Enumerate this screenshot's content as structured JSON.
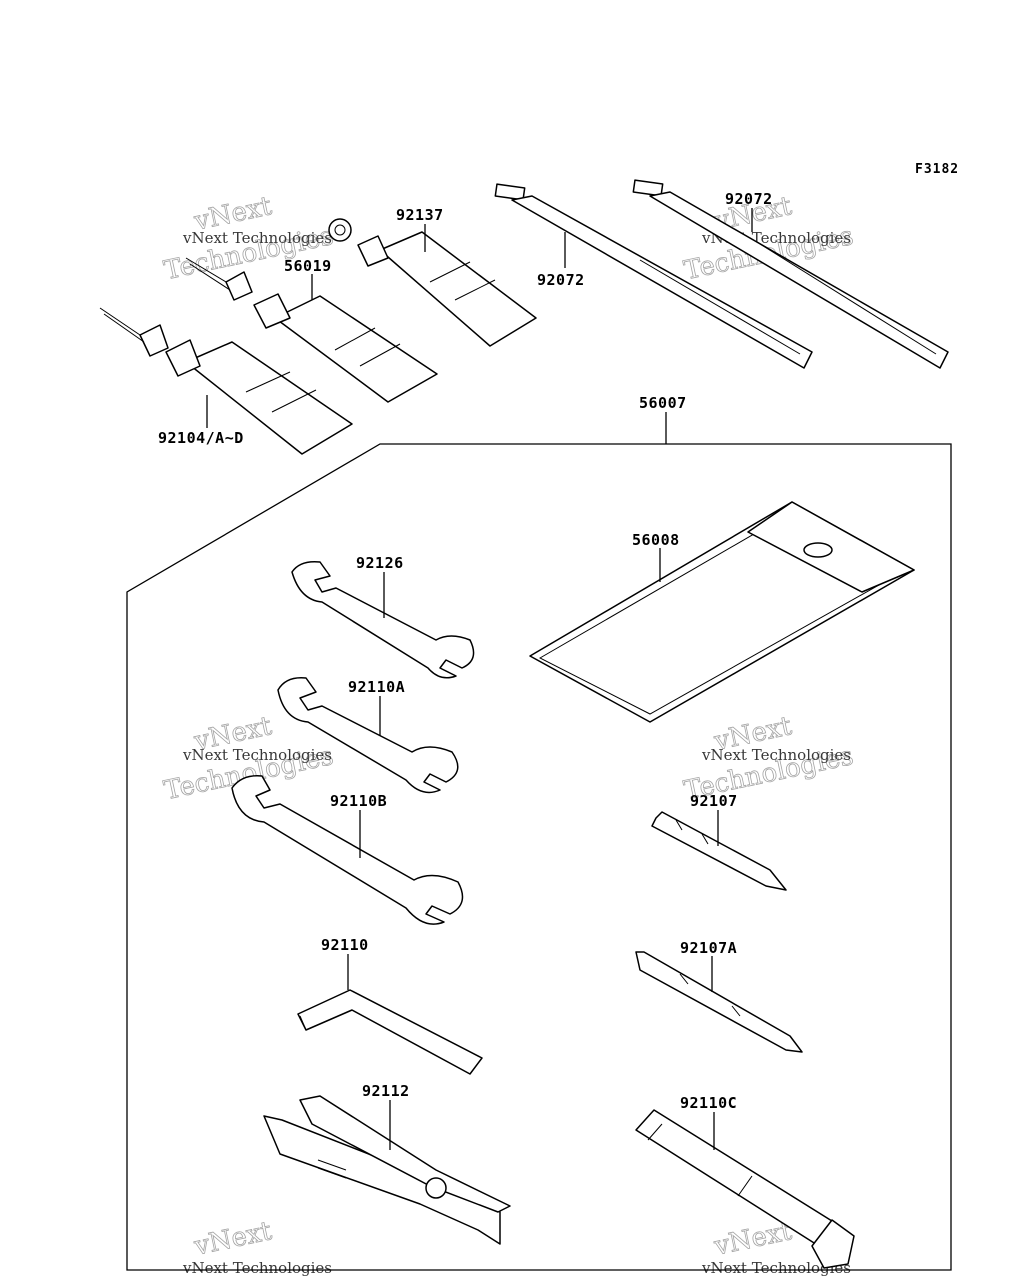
{
  "figure_id": "F3182",
  "watermark": {
    "line1": "vNext Technologies",
    "line2": "Technologies",
    "line3": "vNext"
  },
  "parts": {
    "grease_small": "92137",
    "grease_mid": "56019",
    "grease_large": "92104/A~D",
    "tie_left": "92072",
    "tie_right": "92072",
    "tool_kit": "56007",
    "tool_case": "56008",
    "wrench_a": "92126",
    "wrench_b": "92110A",
    "wrench_c": "92110B",
    "hex_key": "92110",
    "pliers": "92112",
    "driver_bit": "92107",
    "driver_bit_a": "92107A",
    "plug_wrench": "92110C"
  }
}
